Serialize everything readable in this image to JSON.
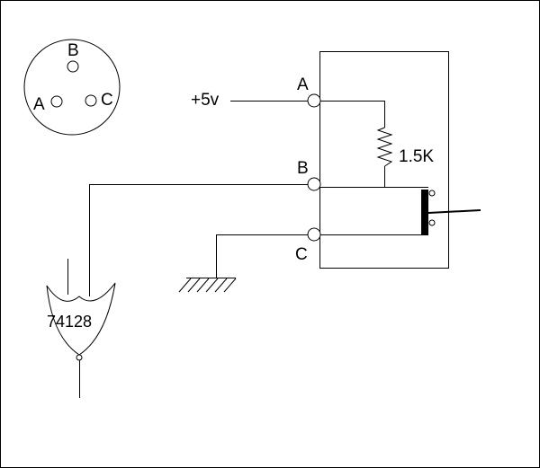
{
  "connector_pinout": {
    "pin_b": "B",
    "pin_a": "A",
    "pin_c": "C"
  },
  "jack": {
    "supply_label": "+5v",
    "pin_a": "A",
    "pin_b": "B",
    "pin_c": "C",
    "resistor_label": "1.5K"
  },
  "gate": {
    "part_number": "74128"
  }
}
